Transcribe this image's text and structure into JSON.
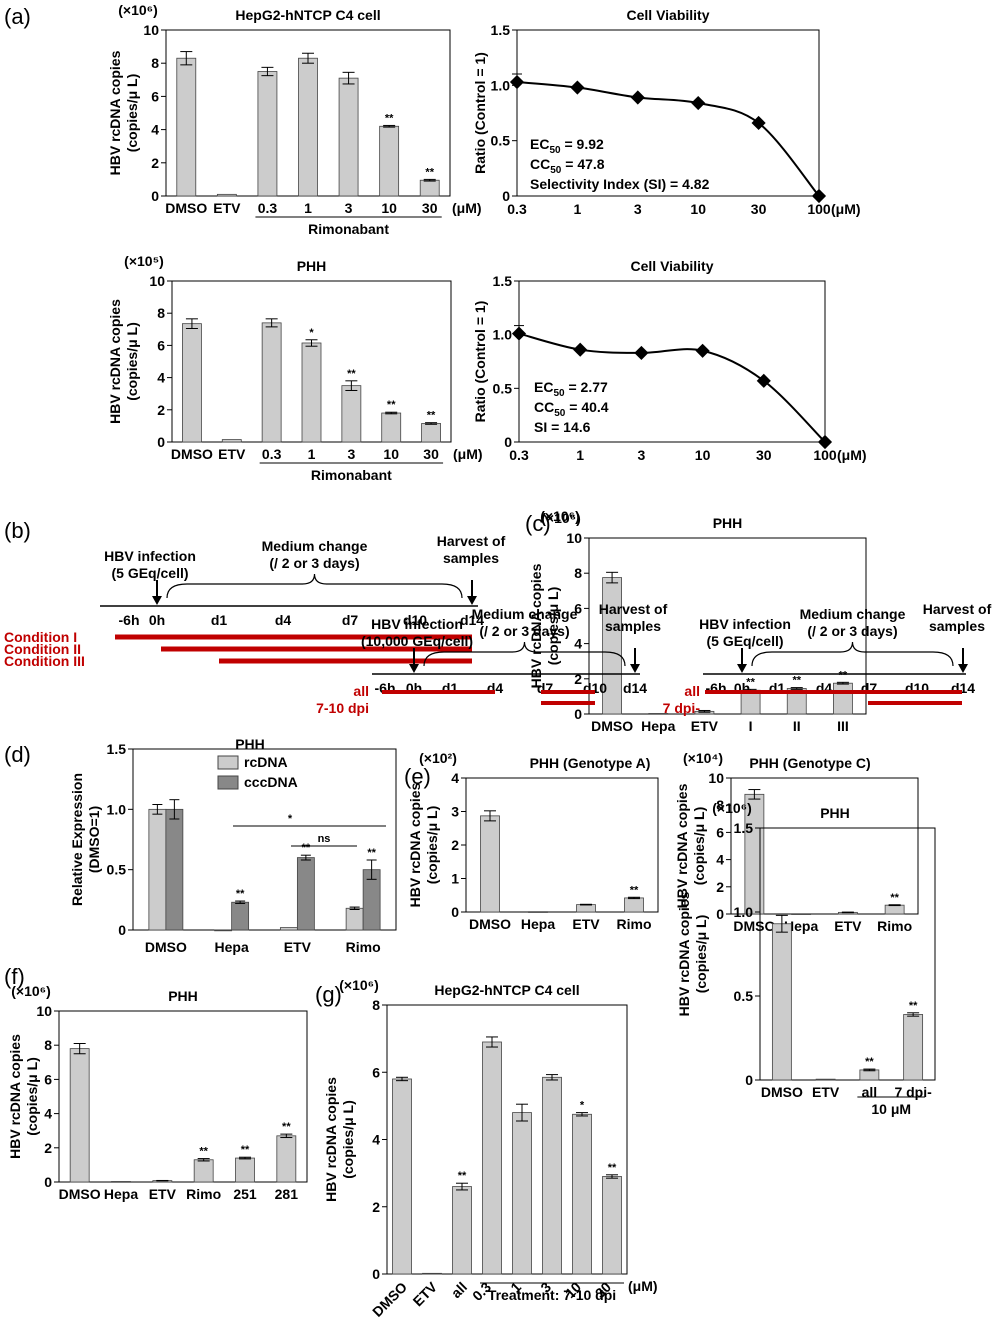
{
  "panel_labels": {
    "a": "(a)",
    "b": "(b)",
    "c": "(c)",
    "d": "(d)",
    "e": "(e)",
    "f": "(f)",
    "g": "(g)"
  },
  "colors": {
    "bar_light": "#cccccc",
    "bar_dark": "#888888",
    "timeline_red": "#c00000",
    "axis": "#000000"
  },
  "chart_data": [
    {
      "id": "a1",
      "type": "bar",
      "title": "HepG2-hNTCP C4 cell",
      "scale": "(×10⁶)",
      "ylabel": "HBV rcDNA copies\n(copies/μ L)",
      "categories": [
        "DMSO",
        "ETV",
        "0.3",
        "1",
        "3",
        "10",
        "30"
      ],
      "values": [
        8.3,
        0.1,
        7.5,
        8.3,
        7.1,
        4.2,
        0.95
      ],
      "errors": [
        0.4,
        0,
        0.25,
        0.3,
        0.35,
        0.05,
        0.05
      ],
      "significance": [
        "",
        "",
        "",
        "",
        "",
        "**",
        "**"
      ],
      "ylim": [
        0,
        10
      ],
      "yticks": [
        "0",
        "2",
        "4",
        "6",
        "8",
        "10"
      ],
      "unit": "(μM)",
      "group_label": "Rimonabant"
    },
    {
      "id": "a2",
      "type": "line",
      "title": "Cell Viability",
      "ylabel": "Ratio (Control = 1)",
      "x": [
        "0.3",
        "1",
        "3",
        "10",
        "30",
        "100"
      ],
      "y": [
        1.03,
        0.98,
        0.89,
        0.84,
        0.66,
        0.0
      ],
      "ylim": [
        0,
        1.5
      ],
      "yticks": [
        "0",
        "0.5",
        "1.0",
        "1.5"
      ],
      "unit": "(μM)",
      "annotations": [
        "EC50 = 9.92",
        "CC50 = 47.8",
        "Selectivity Index (SI) = 4.82"
      ]
    },
    {
      "id": "a3",
      "type": "bar",
      "title": "PHH",
      "scale": "(×10⁵)",
      "ylabel": "HBV rcDNA copies\n(copies/μ L)",
      "categories": [
        "DMSO",
        "ETV",
        "0.3",
        "1",
        "3",
        "10",
        "30"
      ],
      "values": [
        7.35,
        0.15,
        7.4,
        6.15,
        3.5,
        1.8,
        1.15
      ],
      "errors": [
        0.3,
        0,
        0.25,
        0.2,
        0.3,
        0.05,
        0.05
      ],
      "significance": [
        "",
        "",
        "",
        "*",
        "**",
        "**",
        "**"
      ],
      "ylim": [
        0,
        10
      ],
      "yticks": [
        "0",
        "2",
        "4",
        "6",
        "8",
        "10"
      ],
      "unit": "(μM)",
      "group_label": "Rimonabant"
    },
    {
      "id": "a4",
      "type": "line",
      "title": "Cell Viability",
      "ylabel": "Ratio (Control = 1)",
      "x": [
        "0.3",
        "1",
        "3",
        "10",
        "30",
        "100"
      ],
      "y": [
        1.01,
        0.86,
        0.83,
        0.85,
        0.57,
        0.0
      ],
      "ylim": [
        0,
        1.5
      ],
      "yticks": [
        "0",
        "0.5",
        "1.0",
        "1.5"
      ],
      "unit": "(μM)",
      "annotations": [
        "EC50 = 2.77",
        "CC50 = 40.4",
        "SI = 14.6"
      ]
    },
    {
      "id": "c",
      "type": "bar",
      "title": "PHH",
      "scale": "(×10⁶)",
      "ylabel": "HBV rcDNA copies\n(copies/μ L)",
      "categories": [
        "DMSO",
        "Hepa",
        "ETV",
        "I",
        "II",
        "III"
      ],
      "values": [
        7.75,
        0.03,
        0.15,
        1.35,
        1.45,
        1.75
      ],
      "errors": [
        0.3,
        0,
        0.05,
        0.05,
        0.05,
        0.05
      ],
      "significance": [
        "",
        "",
        "",
        "**",
        "**",
        "**"
      ],
      "ylim": [
        0,
        10
      ],
      "yticks": [
        "0",
        "2",
        "4",
        "6",
        "8",
        "10"
      ]
    },
    {
      "id": "d",
      "type": "bar",
      "title": "PHH",
      "ylabel": "Relative Expression\n(DMSO=1)",
      "categories": [
        "DMSO",
        "Hepa",
        "ETV",
        "Rimo"
      ],
      "series": [
        {
          "name": "rcDNA",
          "values": [
            1.0,
            0.0,
            0.02,
            0.18
          ],
          "errors": [
            0.04,
            0,
            0,
            0.01
          ],
          "significance": [
            "",
            "",
            "",
            ""
          ]
        },
        {
          "name": "cccDNA",
          "values": [
            1.0,
            0.23,
            0.6,
            0.5
          ],
          "errors": [
            0.08,
            0.01,
            0.02,
            0.08
          ],
          "significance": [
            "",
            "**",
            "**",
            "**"
          ]
        }
      ],
      "ylim": [
        0,
        1.5
      ],
      "yticks": [
        "0",
        "0.5",
        "1.0",
        "1.5"
      ],
      "brackets": [
        {
          "label": "*"
        },
        {
          "label": "ns"
        }
      ]
    },
    {
      "id": "e1",
      "type": "bar",
      "title": "PHH (Genotype A)",
      "scale": "(×10²)",
      "ylabel": "HBV rcDNA copies\n(copies/μ L)",
      "categories": [
        "DMSO",
        "Hepa",
        "ETV",
        "Rimo"
      ],
      "values": [
        2.87,
        0.01,
        0.22,
        0.42
      ],
      "errors": [
        0.15,
        0,
        0.01,
        0.02
      ],
      "significance": [
        "",
        "",
        "",
        "**"
      ],
      "ylim": [
        0,
        4
      ],
      "yticks": [
        "0",
        "1",
        "2",
        "3",
        "4"
      ]
    },
    {
      "id": "e2",
      "type": "bar",
      "title": "PHH (Genotype C)",
      "scale": "(×10⁴)",
      "ylabel": "HBV rcDNA copies\n(copies/μ L)",
      "categories": [
        "DMSO",
        "Hepa",
        "ETV",
        "Rimo"
      ],
      "values": [
        8.8,
        0.02,
        0.12,
        0.65
      ],
      "errors": [
        0.35,
        0,
        0.02,
        0.03
      ],
      "significance": [
        "",
        "",
        "",
        "**"
      ],
      "ylim": [
        0,
        10
      ],
      "yticks": [
        "0",
        "2",
        "4",
        "6",
        "8",
        "10"
      ]
    },
    {
      "id": "f",
      "type": "bar",
      "title": "PHH",
      "scale": "(×10⁶)",
      "ylabel": "HBV rcDNA copies\n(copies/μ L)",
      "categories": [
        "DMSO",
        "Hepa",
        "ETV",
        "Rimo",
        "251",
        "281"
      ],
      "values": [
        7.8,
        0.03,
        0.08,
        1.3,
        1.4,
        2.7
      ],
      "errors": [
        0.3,
        0,
        0.01,
        0.07,
        0.05,
        0.1
      ],
      "significance": [
        "",
        "",
        "",
        "**",
        "**",
        "**"
      ],
      "ylim": [
        0,
        10
      ],
      "yticks": [
        "0",
        "2",
        "4",
        "6",
        "8",
        "10"
      ]
    },
    {
      "id": "g1",
      "type": "bar",
      "title": "HepG2-hNTCP C4 cell",
      "scale": "(×10⁶)",
      "ylabel": "HBV rcDNA copies\n(copies/μ L)",
      "categories": [
        "DMSO",
        "ETV",
        "all",
        "0.3",
        "1",
        "3",
        "10",
        "30"
      ],
      "values": [
        5.8,
        0.02,
        2.6,
        6.9,
        4.8,
        5.85,
        4.75,
        2.9
      ],
      "errors": [
        0.05,
        0,
        0.1,
        0.15,
        0.25,
        0.08,
        0.05,
        0.05
      ],
      "significance": [
        "",
        "",
        "**",
        "",
        "",
        "",
        "*",
        "**"
      ],
      "ylim": [
        0,
        8
      ],
      "yticks": [
        "0",
        "2",
        "4",
        "6",
        "8"
      ],
      "unit": "(μM)",
      "group_label": "Treatment: 7-10 dpi"
    },
    {
      "id": "g2",
      "type": "bar",
      "title": "PHH",
      "scale": "(×10⁶)",
      "ylabel": "HBV rcDNA copies\n(copies/μ L)",
      "categories": [
        "DMSO",
        "ETV",
        "all",
        "7 dpi-"
      ],
      "values": [
        0.93,
        0.005,
        0.06,
        0.39
      ],
      "errors": [
        0.05,
        0,
        0.005,
        0.01
      ],
      "significance": [
        "",
        "",
        "**",
        "**"
      ],
      "ylim": [
        0,
        1.5
      ],
      "yticks": [
        "0",
        "0.5",
        "1.0",
        "1.5"
      ],
      "group_label": "10 μM"
    }
  ],
  "timelines": {
    "b": {
      "infection": "HBV infection",
      "infection_dose": "(5 GEq/cell)",
      "medium": "Medium change",
      "medium_freq": "(/ 2 or 3 days)",
      "harvest": "Harvest of",
      "harvest2": "samples",
      "ticks": [
        "-6h",
        "0h",
        "d1",
        "d4",
        "d7",
        "d10",
        "d14"
      ],
      "conditions": [
        "Condition I",
        "Condition II",
        "Condition III"
      ]
    },
    "g1": {
      "infection": "HBV infection",
      "infection_dose": "(10,000 GEq/cell)",
      "medium": "Medium change",
      "medium_freq": "(/ 2 or 3 days)",
      "harvest": "Harvest of",
      "harvest2": "samples",
      "ticks": [
        "-6h",
        "0h",
        "d1",
        "d4",
        "d7",
        "d10",
        "d14"
      ],
      "rows": [
        "all",
        "7-10 dpi"
      ]
    },
    "g2": {
      "infection": "HBV infection",
      "infection_dose": "(5 GEq/cell)",
      "medium": "Medium change",
      "medium_freq": "(/ 2 or 3 days)",
      "harvest": "Harvest of",
      "harvest2": "samples",
      "ticks": [
        "-6h",
        "0h",
        "d1",
        "d4",
        "d7",
        "d10",
        "d14"
      ],
      "rows": [
        "all",
        "7 dpi-"
      ]
    }
  }
}
